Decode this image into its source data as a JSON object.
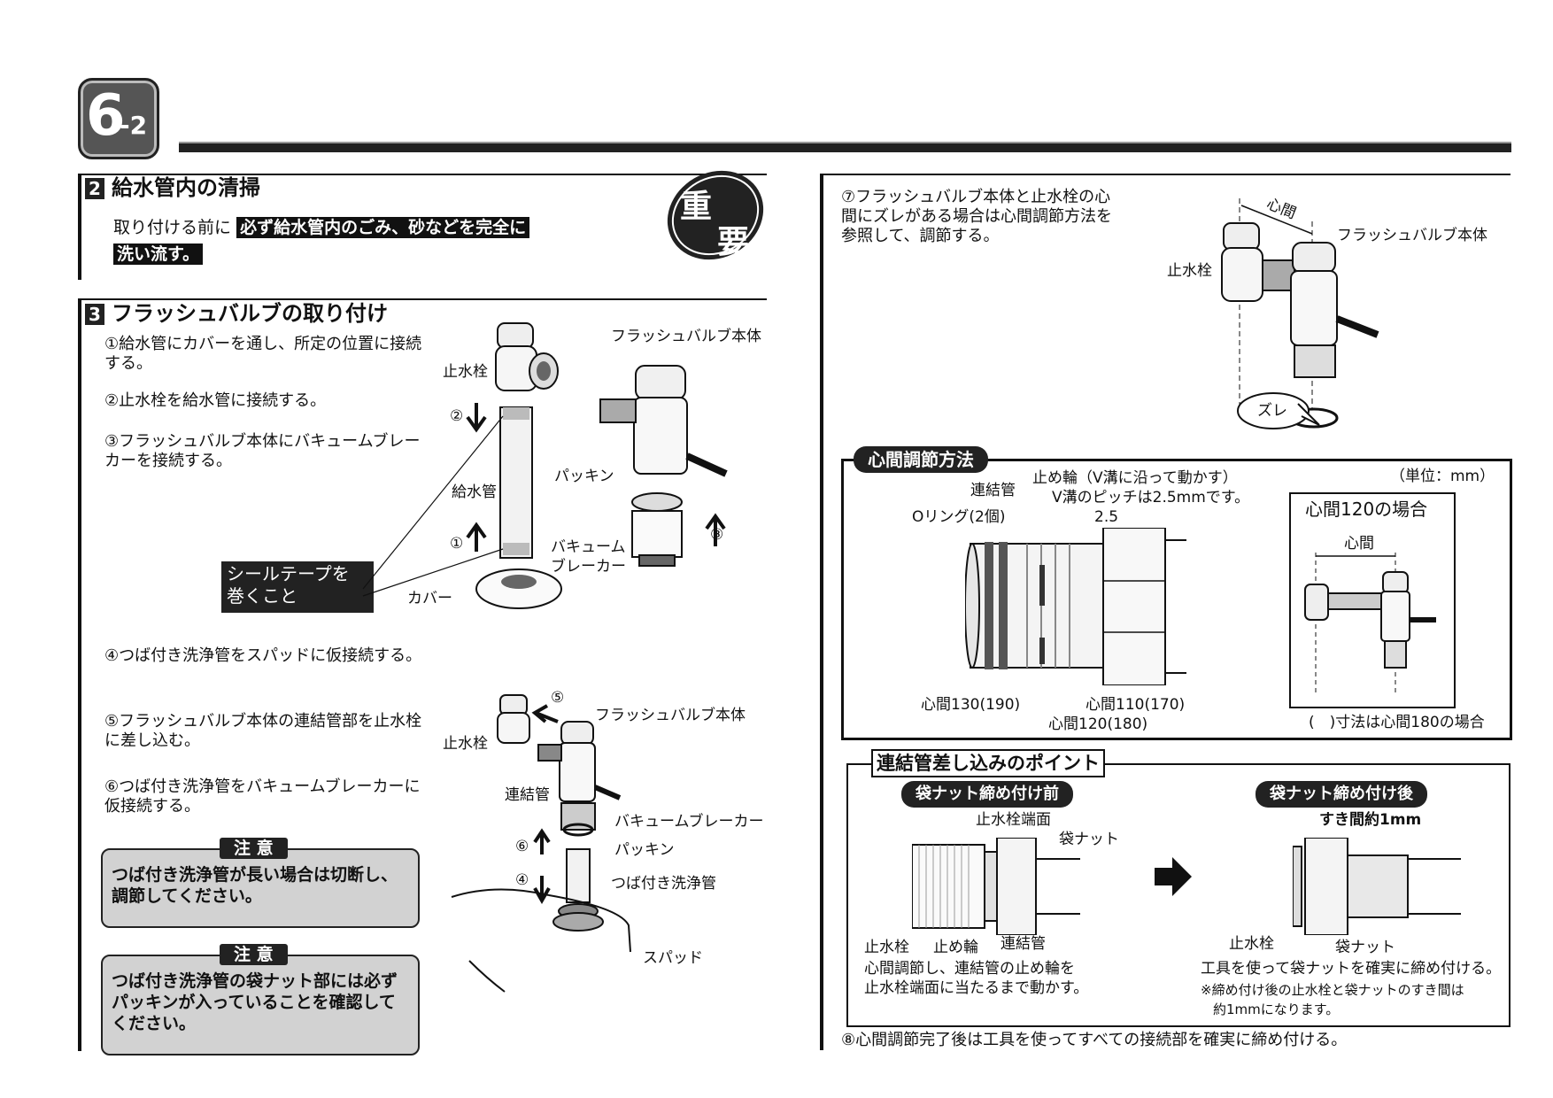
{
  "header": {
    "badge_main": "6",
    "badge_sub": "-2"
  },
  "important_stamp": {
    "line1": "重",
    "line2": "要"
  },
  "section2": {
    "number": "2",
    "title": "給水管内の清掃",
    "text_prefix": "取り付ける前に",
    "text_highlight1": "必ず給水管内のごみ、砂などを完全に",
    "text_highlight2": "洗い流す。"
  },
  "section3": {
    "number": "3",
    "title": "フラッシュバルブの取り付け",
    "steps": [
      "①給水管にカバーを通し、所定の位置に接続する。",
      "②止水栓を給水管に接続する。",
      "③フラッシュバルブ本体にバキュームブレーカーを接続する。",
      "④つば付き洗浄管をスパッドに仮接続する。",
      "⑤フラッシュバルブ本体の連結管部を止水栓に差し込む。",
      "⑥つば付き洗浄管をバキュームブレーカーに仮接続する。"
    ],
    "seal_note": {
      "line1": "シールテープを",
      "line2": "巻くこと"
    },
    "diagram1_labels": {
      "valve": "止水栓",
      "flush_body": "フラッシュバルブ本体",
      "pipe": "給水管",
      "packing": "パッキン",
      "vacuum1": "バキューム",
      "vacuum2": "ブレーカー",
      "cover": "カバー",
      "mark2": "②",
      "mark1": "①",
      "mark3": "③"
    },
    "diagram2_labels": {
      "valve": "止水栓",
      "flush_body": "フラッシュバルブ本体",
      "connector": "連結管",
      "vacuum": "バキュームブレーカー",
      "packing": "パッキン",
      "flange_pipe": "つば付き洗浄管",
      "spud": "スパッド",
      "mark5": "⑤",
      "mark6": "⑥",
      "mark4": "④"
    },
    "caution1": {
      "tag": "注 意",
      "text": "つば付き洗浄管が長い場合は切断し、調節してください。"
    },
    "caution2": {
      "tag": "注 意",
      "text": "つば付き洗浄管の袋ナット部には必ずパッキンが入っていることを確認してください。"
    }
  },
  "right": {
    "step7": "⑦フラッシュバルブ本体と止水栓の心間にズレがある場合は心間調節方法を参照して、調節する。",
    "top_labels": {
      "center": "心間",
      "flush_body": "フラッシュバルブ本体",
      "valve": "止水栓",
      "offset": "ズレ"
    },
    "adjust": {
      "title": "心間調節方法",
      "unit": "（単位：mm）",
      "connector": "連結管",
      "stopper1": "止め輪（V溝に沿って動かす）",
      "stopper2": "V溝のピッチは2.5mmです。",
      "oring": "Oリング(2個)",
      "pitch": "2.5",
      "c130": "心間130(190)",
      "c110": "心間110(170)",
      "c120": "心間120(180)",
      "case_title": "心間120の場合",
      "case_center": "心間",
      "paren_note": "(　)寸法は心間180の場合"
    },
    "insert": {
      "title": "連結管差し込みのポイント",
      "before": "袋ナット締め付け前",
      "after": "袋ナット締め付け後",
      "end_face": "止水栓端面",
      "bag_nut": "袋ナット",
      "valve": "止水栓",
      "stopper": "止め輪",
      "connector": "連結管",
      "gap": "すき間約1mm",
      "valve2": "止水栓",
      "bag_nut2": "袋ナット",
      "before_note1": "心間調節し、連結管の止め輪を",
      "before_note2": "止水栓端面に当たるまで動かす。",
      "after_note1": "工具を使って袋ナットを確実に締め付ける。",
      "after_note2": "※締め付け後の止水栓と袋ナットのすき間は",
      "after_note3": "約1mmになります。"
    },
    "step8": "⑧心間調節完了後は工具を使ってすべての接続部を確実に締め付ける。"
  }
}
